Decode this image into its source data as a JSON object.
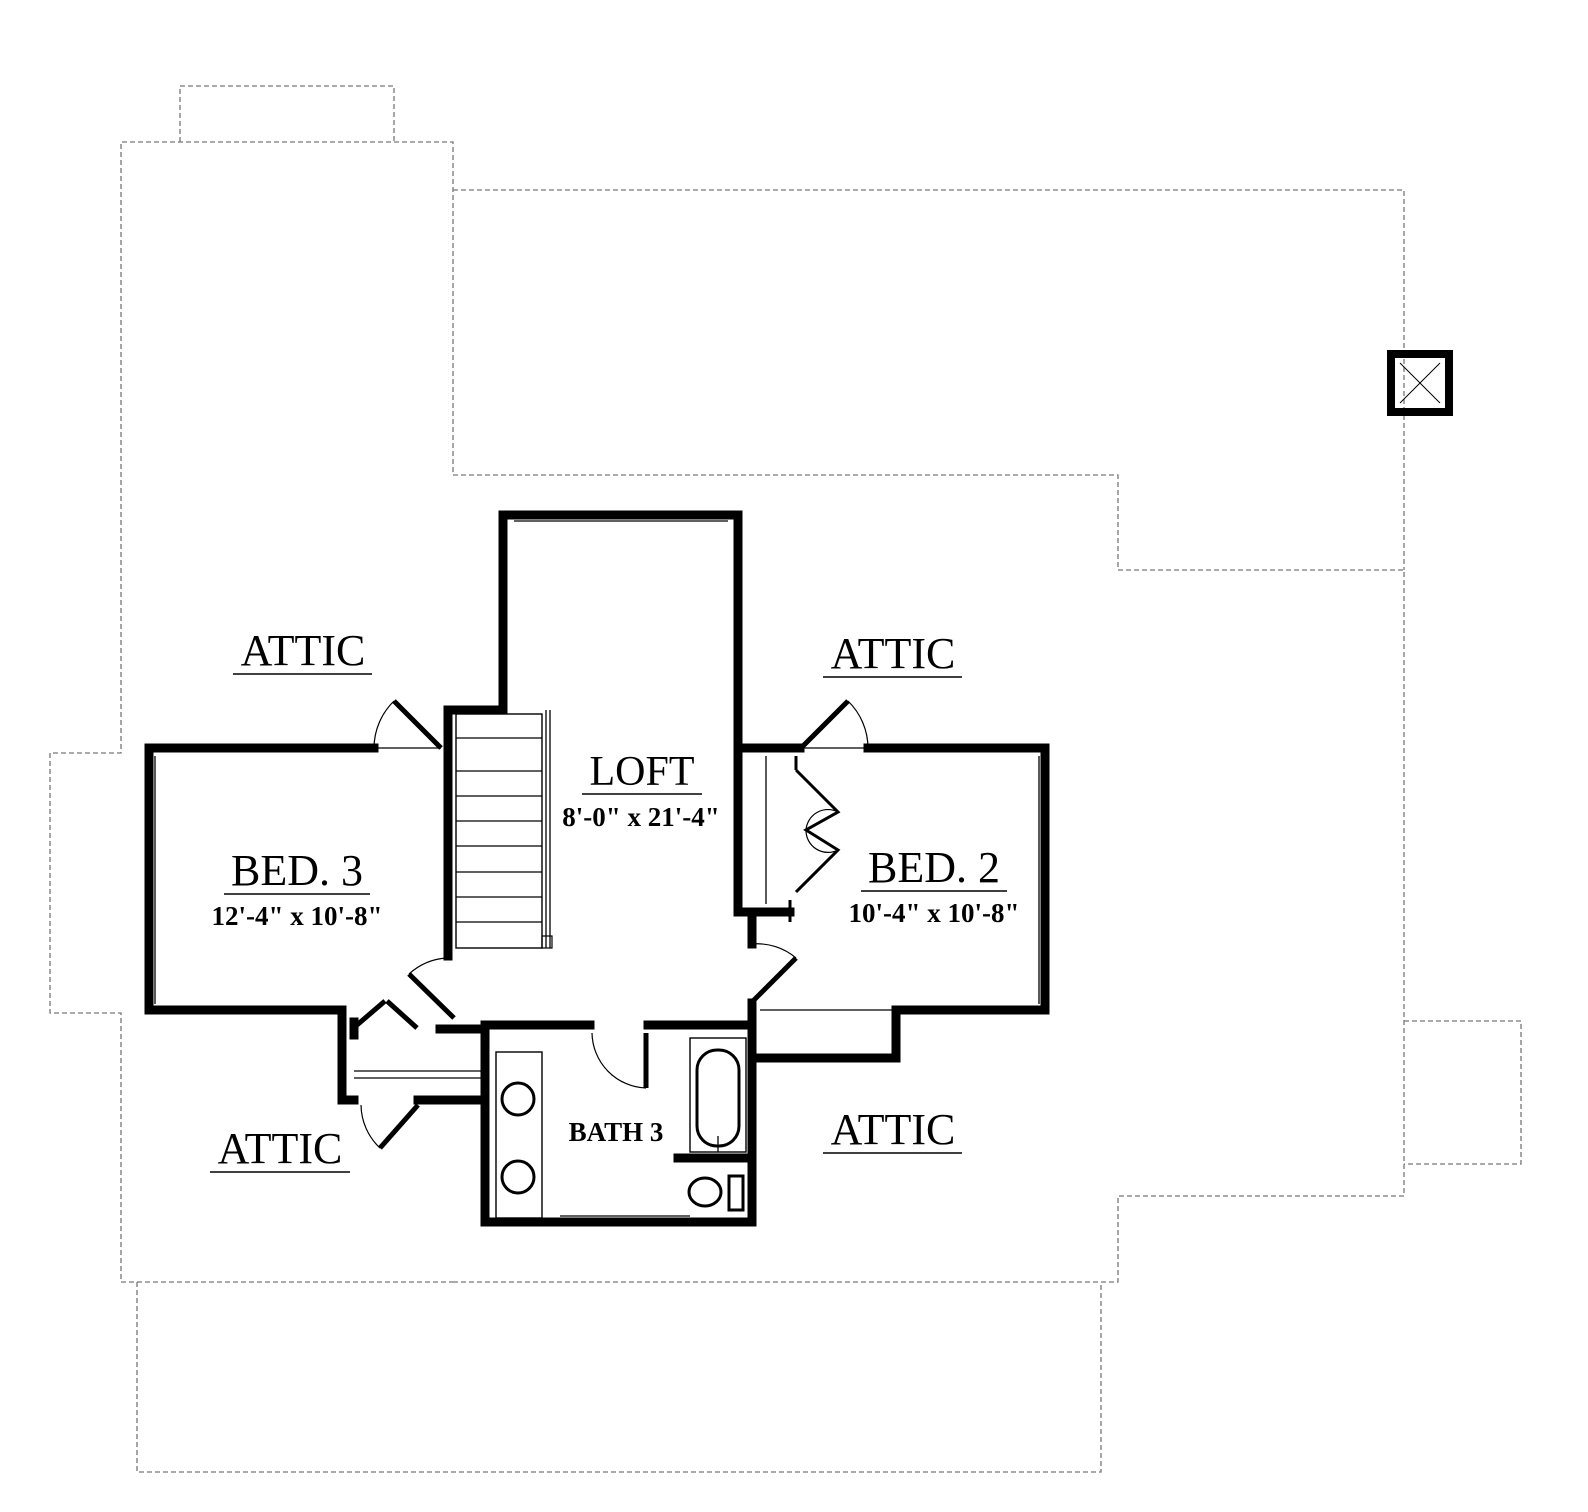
{
  "plan": {
    "rooms": {
      "loft": {
        "name": "LOFT",
        "dims": "8'-0\" x 21'-4\""
      },
      "bed3": {
        "name": "BED. 3",
        "dims": "12'-4\" x 10'-8\""
      },
      "bed2": {
        "name": "BED. 2",
        "dims": "10'-4\" x 10'-8\""
      },
      "bath3": {
        "name": "BATH 3"
      }
    },
    "attic_labels": [
      "ATTIC",
      "ATTIC",
      "ATTIC",
      "ATTIC"
    ]
  }
}
